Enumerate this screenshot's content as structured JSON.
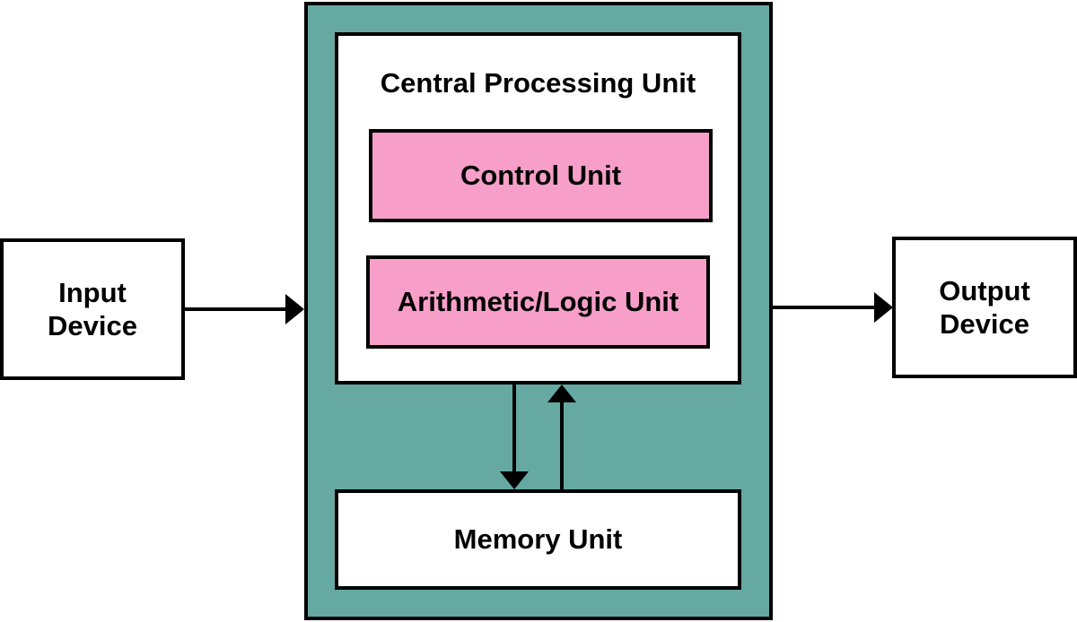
{
  "colors": {
    "computer_fill": "#66A9A2",
    "cpu_fill": "#FFFFFF",
    "unit_fill": "#F79FC9",
    "memory_fill": "#FFFFFF",
    "device_fill": "#FFFFFF",
    "stroke": "#000000"
  },
  "cpu": {
    "title": "Central Processing Unit",
    "control_unit": "Control Unit",
    "alu": "Arithmetic/Logic Unit"
  },
  "memory": {
    "label": "Memory Unit"
  },
  "input_device": {
    "label": "Input\nDevice"
  },
  "output_device": {
    "label": "Output\nDevice"
  }
}
